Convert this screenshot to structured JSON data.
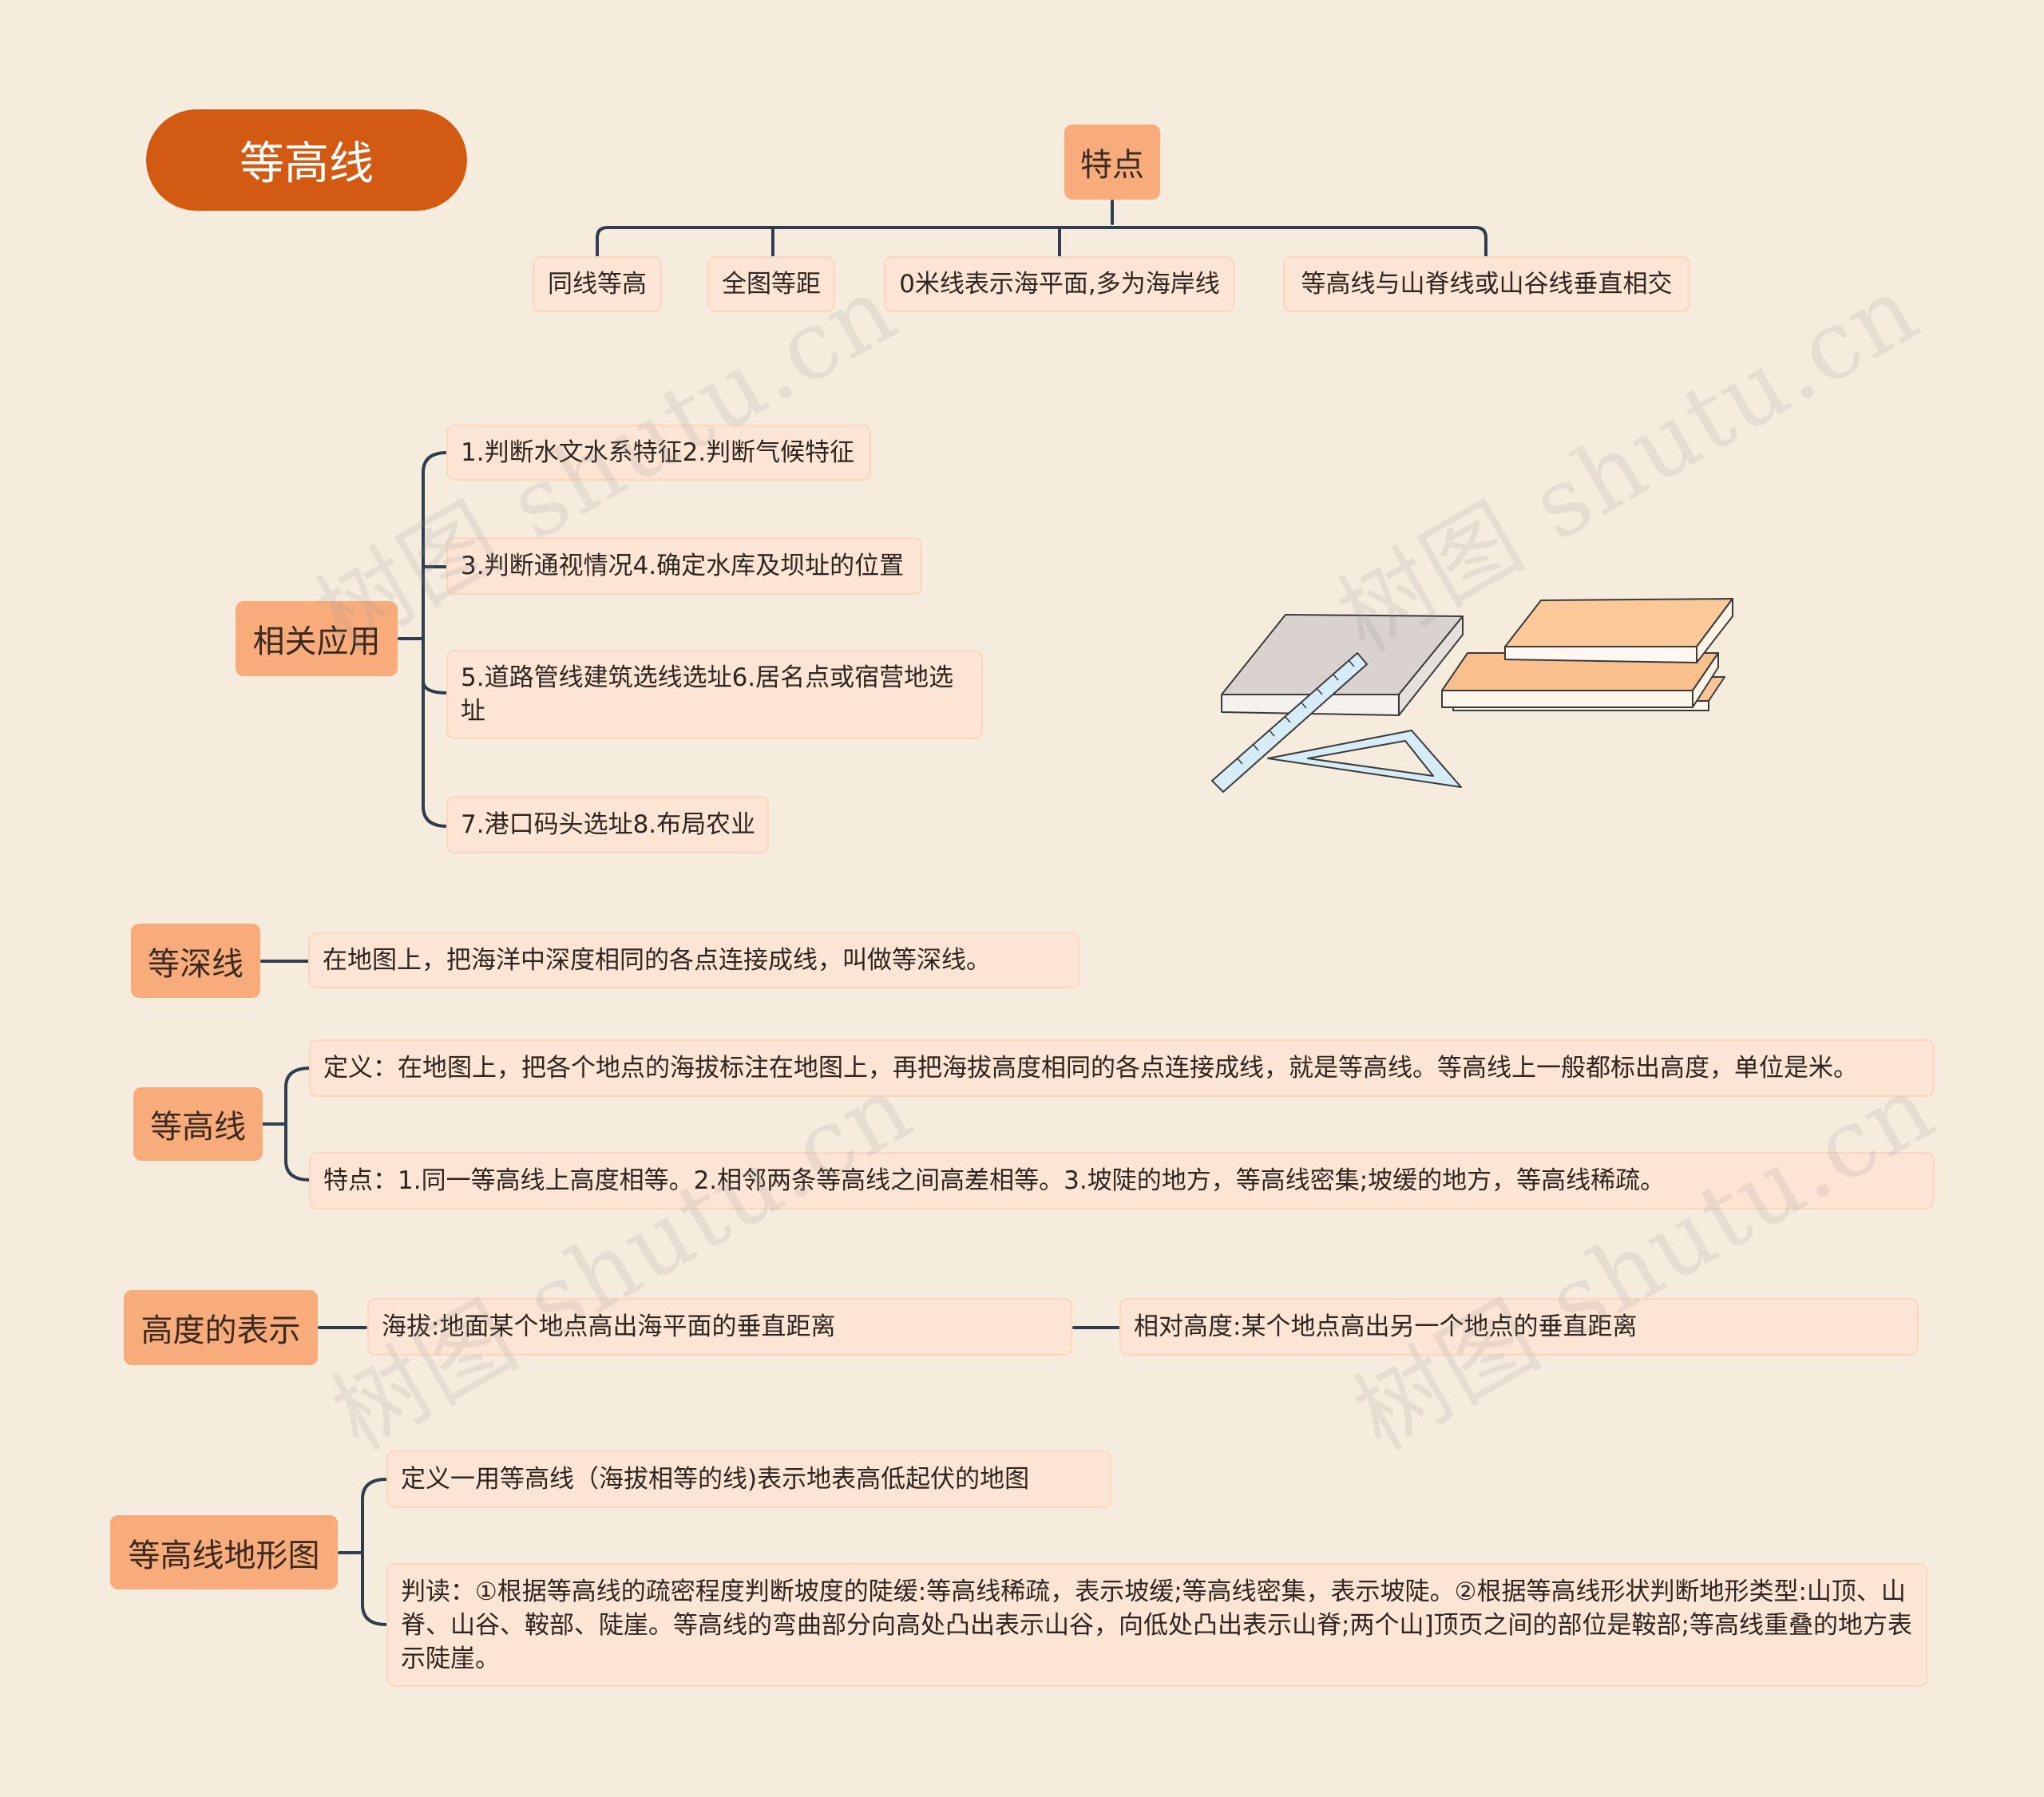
{
  "title": "等高线",
  "features": {
    "label": "特点",
    "items": [
      "同线等高",
      "全图等距",
      "0米线表示海平面,多为海岸线",
      "等高线与山脊线或山谷线垂直相交"
    ]
  },
  "applications": {
    "label": "相关应用",
    "items": [
      "1.判断水文水系特征2.判断气候特征",
      "3.判断通视情况4.确定水库及坝址的位置",
      "5.道路管线建筑选线选址6.居名点或宿营地选址",
      "7.港口码头选址8.布局农业"
    ]
  },
  "isobath": {
    "label": "等深线",
    "definition": "在地图上，把海洋中深度相同的各点连接成线，叫做等深线。"
  },
  "contour": {
    "label": "等高线",
    "definition": "定义：在地图上，把各个地点的海拔标注在地图上，再把海拔高度相同的各点连接成线，就是等高线。等高线上一般都标出高度，单位是米。",
    "features": "特点：1.同一等高线上高度相等。2.相邻两条等高线之间高差相等。3.坡陡的地方，等高线密集;坡缓的地方，等高线稀疏。"
  },
  "height": {
    "label": "高度的表示",
    "absolute": "海拔:地面某个地点高出海平面的垂直距离",
    "relative": "相对高度:某个地点高出另一个地点的垂直距离"
  },
  "topomap": {
    "label": "等高线地形图",
    "definition": "定义一用等高线（海拔相等的线)表示地表高低起伏的地图",
    "reading": "判读：①根据等高线的疏密程度判断坡度的陡缓:等高线稀疏，表示坡缓;等高线密集，表示坡陡。②根据等高线形状判断地形类型:山顶、山脊、山谷、鞍部、陡崖。等高线的弯曲部分向高处凸出表示山谷，向低处凸出表示山脊;两个山]顶页之间的部位是鞍部;等高线重叠的地方表示陡崖。"
  },
  "watermark": "树图 shutu.cn",
  "colors": {
    "background": "#f6ecde",
    "root": "#d35a12",
    "topic": "#f8ac7c",
    "leaf": "#fce5d5",
    "line": "#2f3d4f"
  }
}
